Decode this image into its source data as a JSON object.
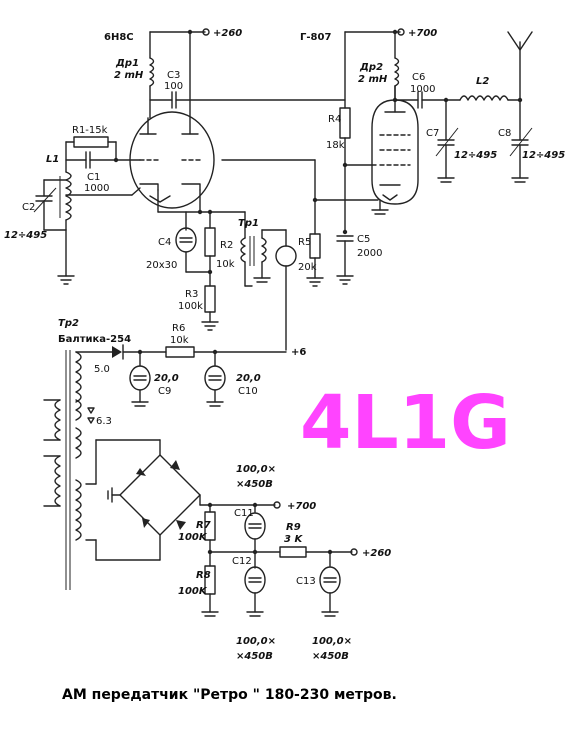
{
  "tubes": {
    "v1": "6Н8С",
    "v2": "Г-807"
  },
  "supply": {
    "plus260_top": "+260",
    "plus700_top": "+700",
    "plus6": "+6",
    "plus700_ps": "+700",
    "plus260_ps": "+260"
  },
  "oscillator": {
    "dr1": "Др1",
    "dr1_val": "2 mH",
    "c3": "C3",
    "c3_val": "100",
    "r1": "R1-15k",
    "l1": "L1",
    "c1": "C1",
    "c1_val": "1000",
    "c2": "C2",
    "c2_val": "12÷495",
    "c4": "C4",
    "c4_val": "20x30",
    "r2": "R2",
    "r2_val": "10k",
    "r3": "R3",
    "r3_val": "100k",
    "tr1": "Tp1"
  },
  "output": {
    "r4": "R4",
    "r4_val": "18k",
    "dr2": "Др2",
    "dr2_val": "2 mH",
    "c6": "C6",
    "c6_val": "1000",
    "l2": "L2",
    "c7": "C7",
    "c7_val": "12÷495",
    "c8": "C8",
    "c8_val": "12÷495",
    "r5": "R5",
    "r5_val": "20k",
    "c5": "C5",
    "c5_val": "2000"
  },
  "psu": {
    "tr2": "Tp2",
    "tr2_model": "Балтика-254",
    "r6": "R6",
    "r6_val": "10k",
    "v50": "5.0",
    "v63": "6.3",
    "c9": "C9",
    "c9_val": "20,0",
    "c10": "C10",
    "c10_val": "20,0",
    "c11": "C11",
    "c11_val1": "100,0×",
    "c11_val2": "×450В",
    "r7": "R7",
    "r7_val": "100K",
    "r8": "R8",
    "r8_val": "100K",
    "c12": "C12",
    "c12_val1": "100,0×",
    "c12_val2": "×450В",
    "r9": "R9",
    "r9_val": "3 K",
    "c13": "C13",
    "c13_val1": "100,0×",
    "c13_val2": "×450В"
  },
  "callsign": "4L1G",
  "caption": "АМ передатчик \"Ретро \" 180-230 метров."
}
